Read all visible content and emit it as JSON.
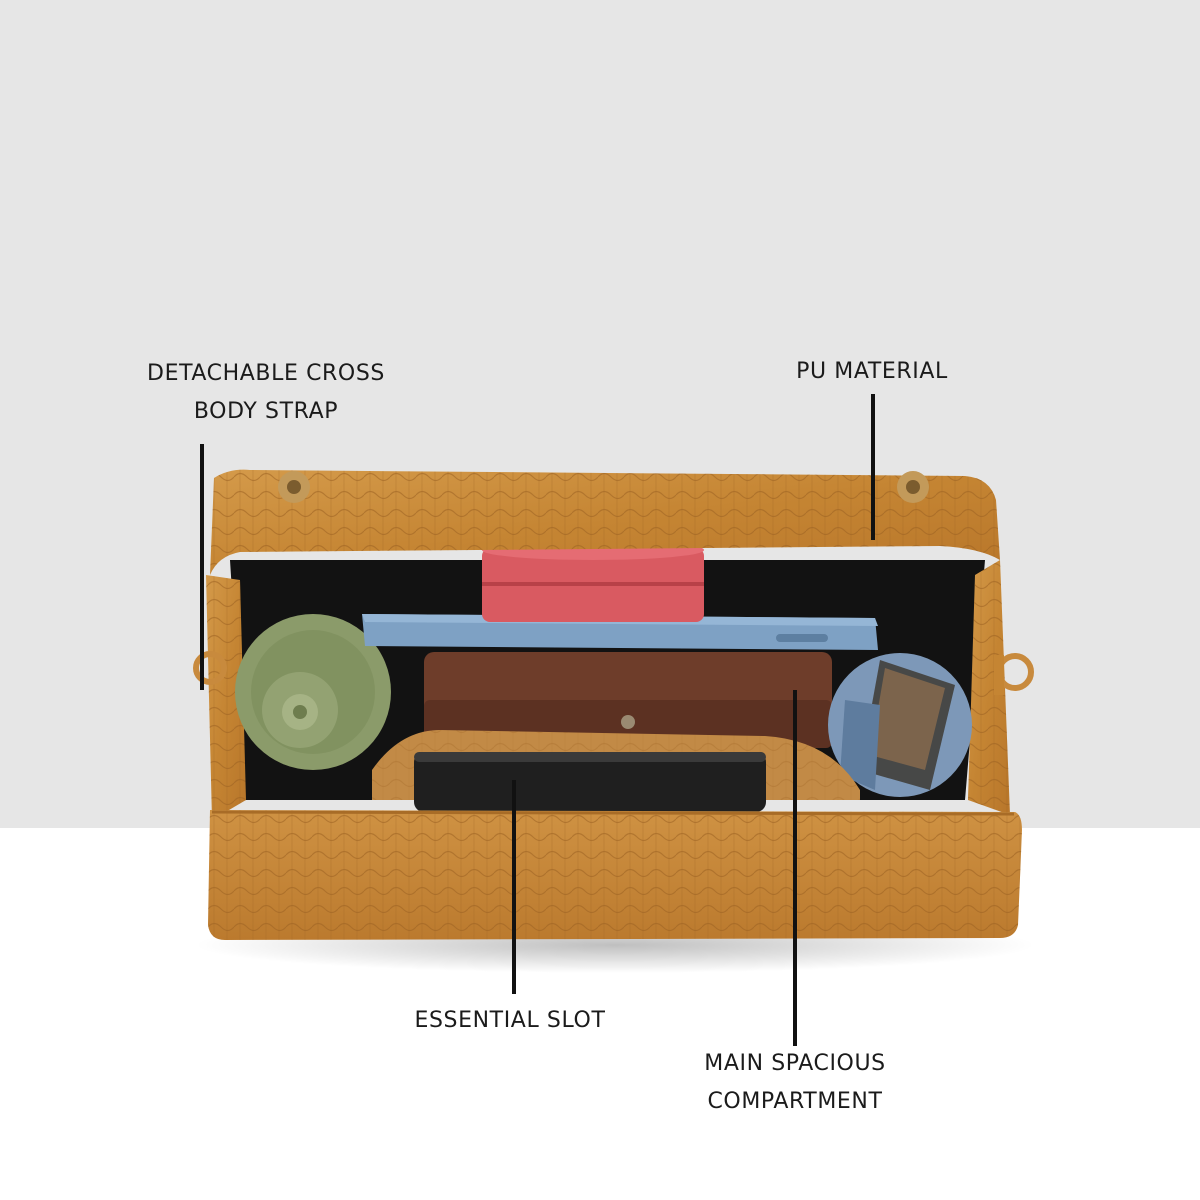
{
  "labels": {
    "strap_line1": "DETACHABLE CROSS",
    "strap_line2": "BODY STRAP",
    "material": "PU MATERIAL",
    "essential_slot": "ESSENTIAL SLOT",
    "main_line1": "MAIN SPACIOUS",
    "main_line2": "COMPARTMENT"
  },
  "colors": {
    "background_top": "#e6e6e6",
    "background_bottom": "#ffffff",
    "bag_leather": "#c9893a",
    "label_text": "#1b1b1b",
    "leader_line": "#111111"
  }
}
